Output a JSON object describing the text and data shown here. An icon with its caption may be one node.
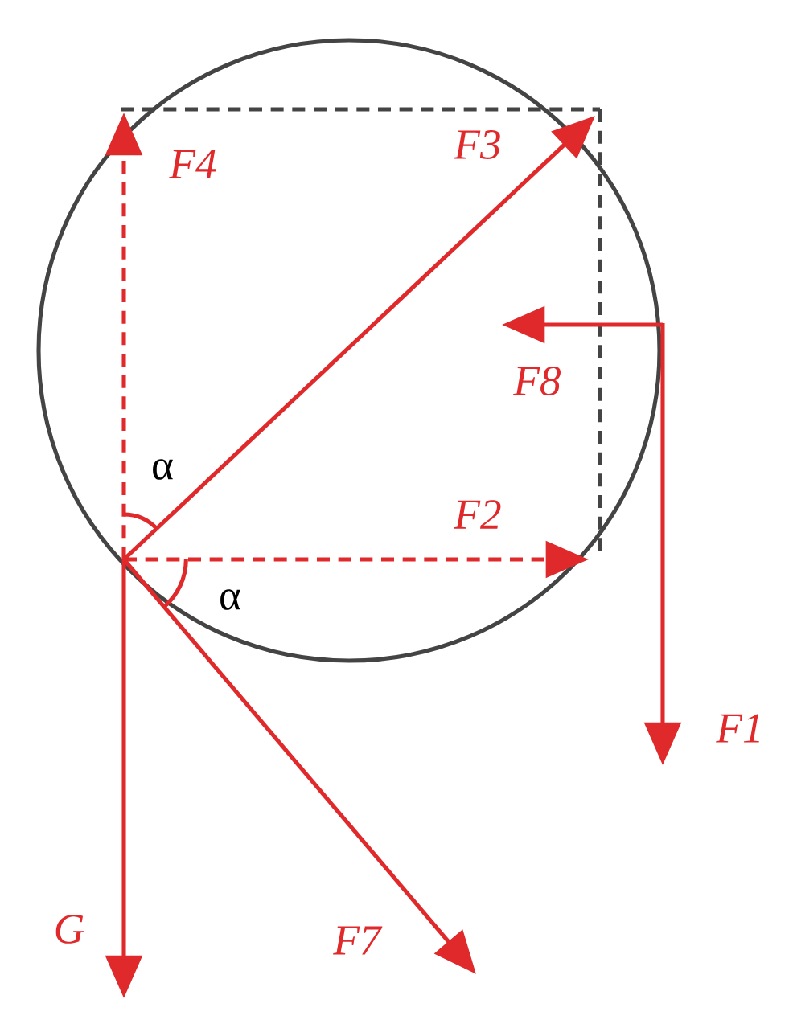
{
  "diagram": {
    "labels": [
      "F4",
      "F3",
      "F8",
      "α",
      "F2",
      "α",
      "F1",
      "G",
      "F7"
    ]
  }
}
